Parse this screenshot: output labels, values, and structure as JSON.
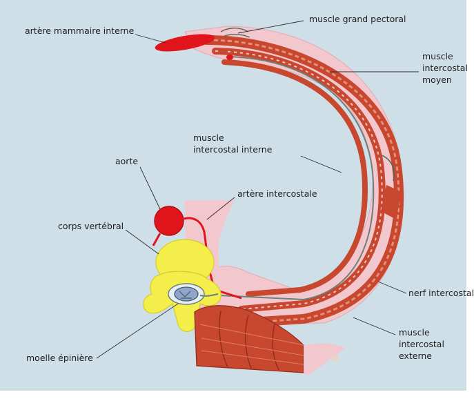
{
  "colors": {
    "background": "#cfdfe8",
    "pleura_pink": "#f2c8ce",
    "muscle_red": "#c8472f",
    "muscle_stripe": "#e58f7a",
    "artery_red": "#e0151b",
    "bone_yellow": "#f4ee4a",
    "spinal_cord_blue": "#8fa6c8",
    "nerve_grey": "#6d7f78"
  },
  "labels": {
    "artere_mammaire_interne": "artère mammaire interne",
    "muscle_grand_pectoral": "muscle grand pectoral",
    "muscle_intercostal_moyen_1": "muscle",
    "muscle_intercostal_moyen_2": "intercostal",
    "muscle_intercostal_moyen_3": "moyen",
    "muscle_intercostal_interne_1": "muscle",
    "muscle_intercostal_interne_2": "intercostal interne",
    "aorte": "aorte",
    "artere_intercostale": "artère intercostale",
    "corps_vertebral": "corps vertébral",
    "nerf_intercostal": "nerf intercostal",
    "muscle_intercostal_externe_1": "muscle",
    "muscle_intercostal_externe_2": "intercostal",
    "muscle_intercostal_externe_3": "externe",
    "moelle_epiniere": "moelle épinière"
  }
}
